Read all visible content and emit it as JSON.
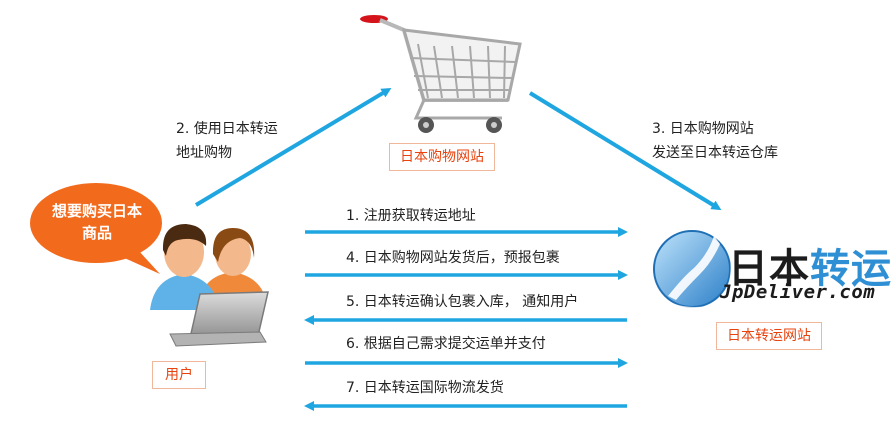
{
  "colors": {
    "arrow": "#1fa6e0",
    "accent": "#e8430f",
    "logo_blue": "#2f8fd4",
    "bubble": "#f26a1c"
  },
  "labels": {
    "shopping_site": "日本购物网站",
    "user": "用户",
    "forwarding_site": "日本转运网站"
  },
  "bubble": {
    "line1": "想要购买日本",
    "line2": "商品"
  },
  "steps": {
    "s2_line1": "2. 使用日本转运",
    "s2_line2": "地址购物",
    "s3_line1": "3. 日本购物网站",
    "s3_line2": "发送至日本转运仓库",
    "s1": "1. 注册获取转运地址",
    "s4": "4. 日本购物网站发货后，预报包裹",
    "s5": "5. 日本转运确认包裹入库，  通知用户",
    "s6": "6. 根据自己需求提交运单并支付",
    "s7": "7. 日本转运国际物流发货"
  },
  "logo": {
    "part1": "日本",
    "part2": "转运",
    "domain": "JpDeliver.com"
  },
  "icons": [
    "shopping-cart-icon",
    "user-pair-icon",
    "laptop-icon",
    "globe-japan-icon",
    "speech-bubble-icon"
  ]
}
